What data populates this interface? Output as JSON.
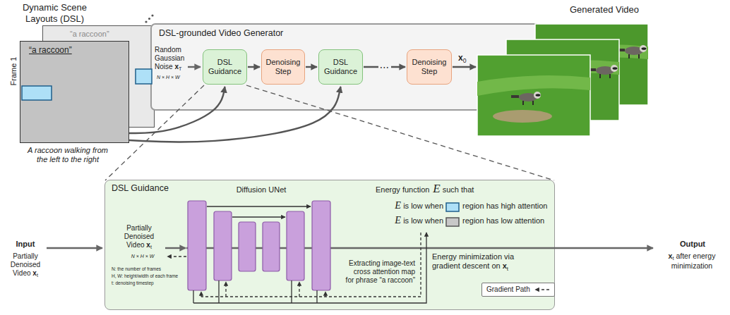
{
  "diagram": {
    "nodes": [
      {
        "text": [
          "“a raccoon”"
        ]
      },
      {
        "text": [
          "Frame 1",
          "“a raccoon”"
        ]
      },
      {
        "text": [
          "DSL-grounded Video Generator"
        ]
      },
      {
        "text": [
          "DSL Guidance"
        ],
        "in": 2
      },
      {
        "text": [
          "Denoising Step"
        ],
        "in": 2
      },
      {
        "text": [
          "DSL Guidance"
        ],
        "in": 2
      },
      {
        "text": [
          "Denoising Step"
        ],
        "in": 2
      },
      {
        "text": [
          "Generated Video"
        ]
      },
      {
        "text": [
          "DSL Guidance"
        ]
      }
    ],
    "edges": [
      {
        "from": 1,
        "to": 3,
        "arrow": "to"
      },
      {
        "from": 1,
        "to": 5,
        "arrow": "to"
      },
      {
        "from": 3,
        "to": 4,
        "arrow": "to"
      },
      {
        "from": 4,
        "to": 5,
        "arrow": "to"
      },
      {
        "from": 5,
        "to": 6,
        "label": "⋯",
        "arrow": "to"
      },
      {
        "from": 6,
        "to": 7,
        "arrow": "to"
      }
    ],
    "labels": [
      "Dynamic Scene Layouts (DSL)",
      "A raccoon walking from the left to the right",
      "Random Gaussian Noise",
      "x",
      "T",
      "N × H × W",
      "x",
      "0",
      "Input",
      "Partially Denoised Video",
      "x",
      "t",
      "Partially Denoised Video",
      "x",
      "t",
      "N × H × W",
      "N: the number of frames",
      "H, W: height/width of each frame",
      "t: denoising timestep",
      "Diffusion UNet",
      "Energy function",
      "E",
      "such that",
      "E",
      "is low when",
      "region has high attention",
      "E",
      "is low when",
      "region has low attention",
      "Extracting image-text cross attention map for phrase “a raccoon”",
      "Energy minimization via gradient descent on",
      "x",
      "t",
      "Output",
      "x",
      "t",
      "after energy minimization"
    ],
    "legend": [
      {
        "text": "Gradient Path"
      }
    ]
  }
}
